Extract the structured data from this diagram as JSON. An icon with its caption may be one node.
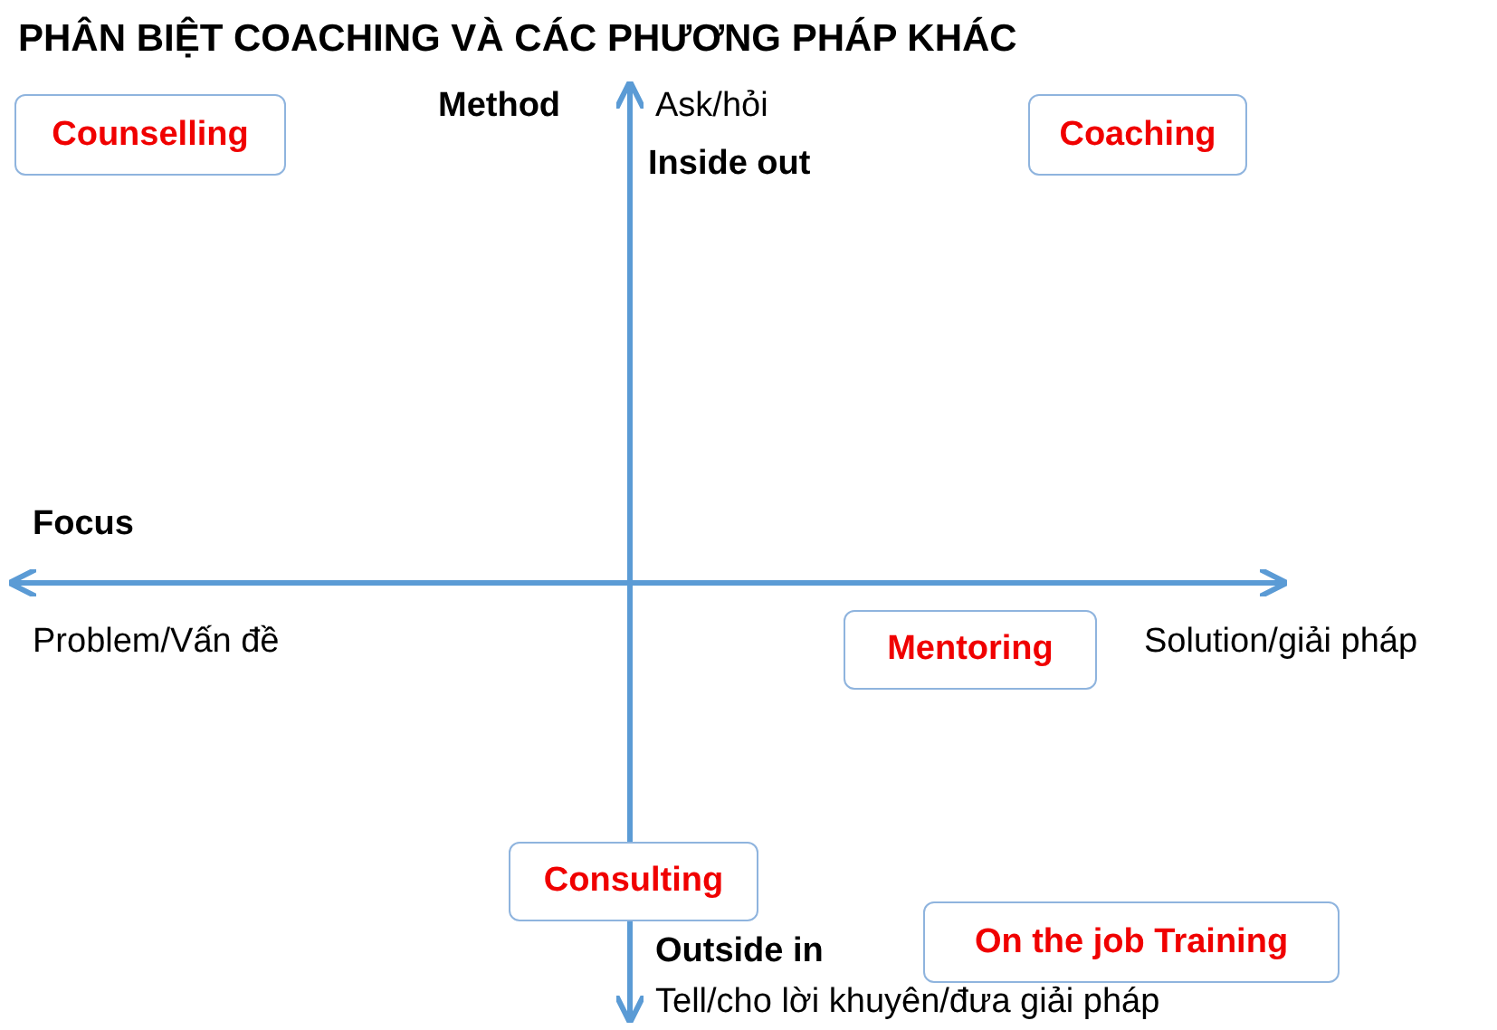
{
  "diagram": {
    "title": "PHÂN BIỆT COACHING VÀ CÁC PHƯƠNG PHÁP KHÁC",
    "nodes": [
      {
        "text": [
          "Counselling"
        ]
      },
      {
        "text": [
          "Coaching"
        ]
      },
      {
        "text": [
          "Mentoring"
        ]
      },
      {
        "text": [
          "Consulting"
        ]
      },
      {
        "text": [
          "On the job Training"
        ]
      }
    ],
    "edges": [],
    "labels": [
      "Method",
      "Ask/hỏi",
      "Inside out",
      "Focus",
      "Problem/Vấn đề",
      "Solution/giải pháp",
      "Outside in",
      "Tell/cho lời khuyên/đưa giải pháp"
    ]
  }
}
